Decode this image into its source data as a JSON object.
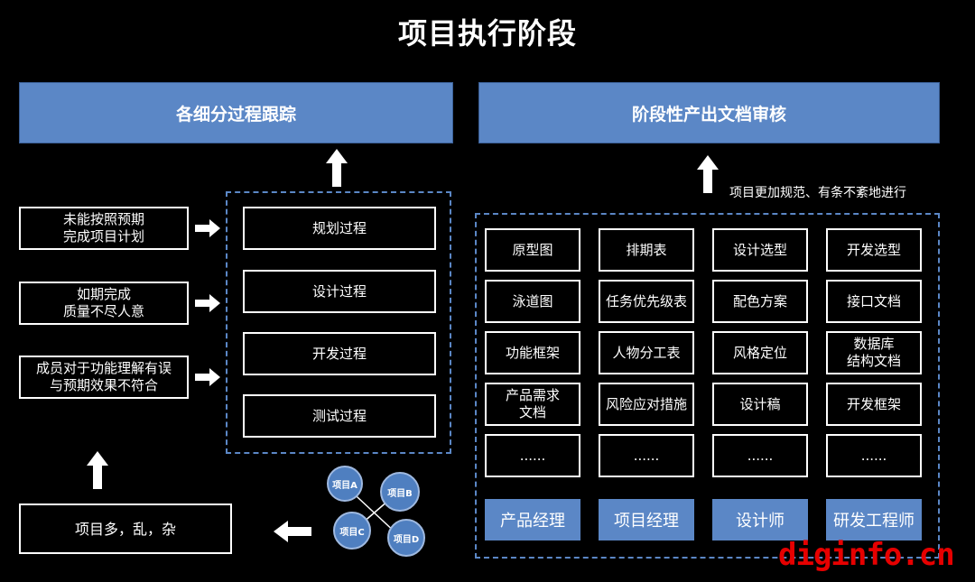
{
  "title": "项目执行阶段",
  "left": {
    "header": "各细分过程跟踪",
    "issues": [
      "未能按照预期\n完成项目计划",
      "如期完成\n质量不尽人意",
      "成员对于功能理解有误\n与预期效果不符合"
    ],
    "processes": [
      "规划过程",
      "设计过程",
      "开发过程",
      "测试过程"
    ],
    "bottom_box": "项目多，乱，杂",
    "projects": [
      "项目A",
      "项目B",
      "项目C",
      "项目D"
    ]
  },
  "right": {
    "header": "阶段性产出文档审核",
    "note": "项目更加规范、有条不紊地进行",
    "columns": [
      {
        "role": "产品经理",
        "items": [
          "原型图",
          "泳道图",
          "功能框架",
          "产品需求\n文档",
          "......"
        ]
      },
      {
        "role": "项目经理",
        "items": [
          "排期表",
          "任务优先级表",
          "人物分工表",
          "风险应对措施",
          "......"
        ]
      },
      {
        "role": "设计师",
        "items": [
          "设计选型",
          "配色方案",
          "风格定位",
          "设计稿",
          "......"
        ]
      },
      {
        "role": "研发工程师",
        "items": [
          "开发选型",
          "接口文档",
          "数据库\n结构文档",
          "开发框架",
          "......"
        ]
      }
    ]
  },
  "watermark": "diginfo.cn",
  "colors": {
    "accent": "#5b87c6",
    "background": "#000000",
    "watermark": "#e60000"
  }
}
